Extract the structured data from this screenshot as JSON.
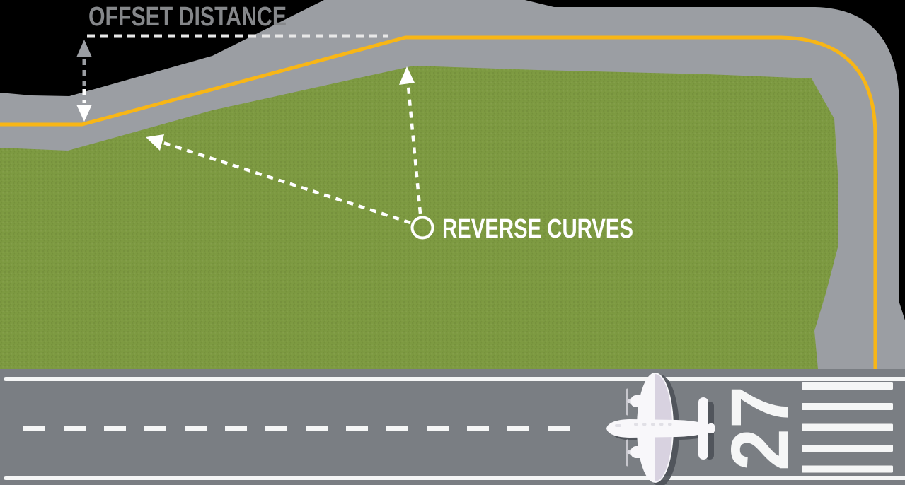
{
  "annotations": {
    "offset_distance_label": "OFFSET DISTANCE",
    "reverse_curves_label": "REVERSE CURVES"
  },
  "runway": {
    "number": "27"
  },
  "colors": {
    "background": "#000000",
    "taxiway_gray": "#9b9ea3",
    "runway_gray": "#7a7e83",
    "grass_green": "#7d9a41",
    "centerline_yellow": "#f8b616",
    "marking_white": "#f5f6f6",
    "annotation_white": "#ffffff",
    "dashed_line_light": "#e8e8e8",
    "label_gray": "#85878a",
    "airplane_white": "#f8f7fa",
    "airplane_accent": "#d8d2e0",
    "airplane_detail": "#dddce3",
    "airplane_shadow": "#4c5158"
  }
}
